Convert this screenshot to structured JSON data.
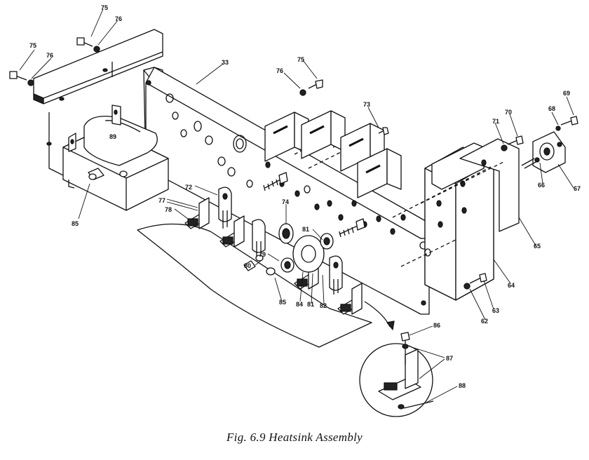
{
  "figure": {
    "caption": "Fig. 6.9 Heatsink Assembly"
  },
  "callouts": {
    "c75a": "75",
    "c76a": "76",
    "c75b": "75",
    "c76b": "76",
    "c33": "33",
    "c76c": "76",
    "c75c": "75",
    "c73": "73",
    "c89": "89",
    "c85a": "85",
    "c72": "72",
    "c77": "77",
    "c78": "78",
    "c74": "74",
    "c81a": "81",
    "c79": "79",
    "c80": "80",
    "c85b": "85",
    "c84": "84",
    "c81b": "81",
    "c82": "82",
    "c71": "71",
    "c70": "70",
    "c68": "68",
    "c69": "69",
    "c67": "67",
    "c66": "66",
    "c65": "65",
    "c64": "64",
    "c63": "63",
    "c62": "62",
    "c86": "86",
    "c87": "87",
    "c88": "88"
  }
}
